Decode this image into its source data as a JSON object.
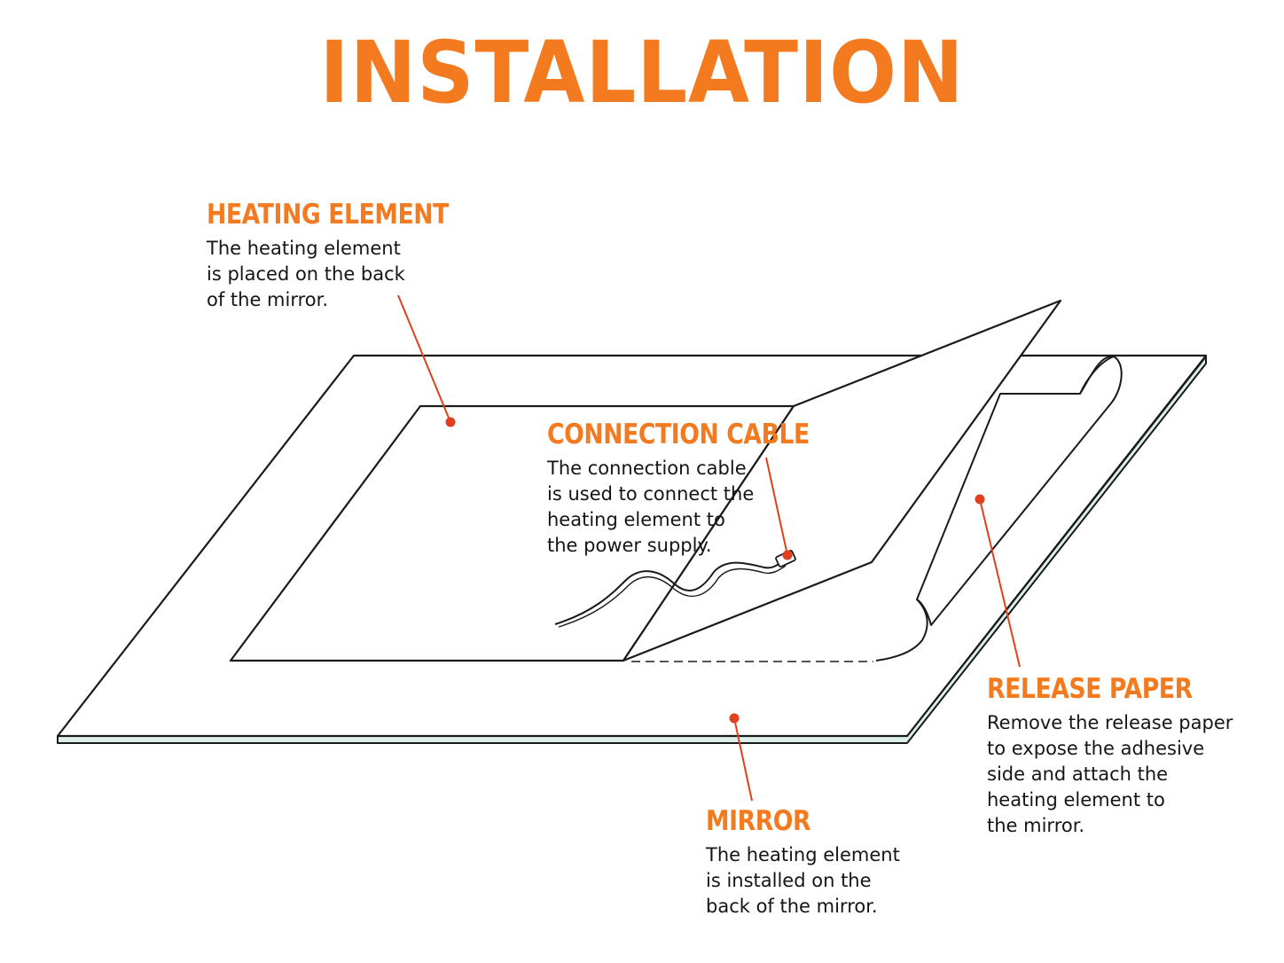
{
  "title": "INSTALLATION",
  "colors": {
    "accent": "#f47a1f",
    "leader": "#e0401e",
    "outline": "#1a1a1a",
    "mirror_edge": "#dcefe8"
  },
  "callouts": {
    "heating_element": {
      "heading": "HEATING ELEMENT",
      "body": "The heating element\nis placed on the back\nof the mirror."
    },
    "connection_cable": {
      "heading": "CONNECTION CABLE",
      "body": "The connection cable\nis used to connect the\nheating element to\nthe power supply."
    },
    "release_paper": {
      "heading": "RELEASE PAPER",
      "body": "Remove the release paper\nto expose the adhesive\nside and attach the\nheating element to\nthe mirror."
    },
    "mirror": {
      "heading": "MIRROR",
      "body": "The heating element\nis installed on the\nback of the mirror."
    }
  }
}
